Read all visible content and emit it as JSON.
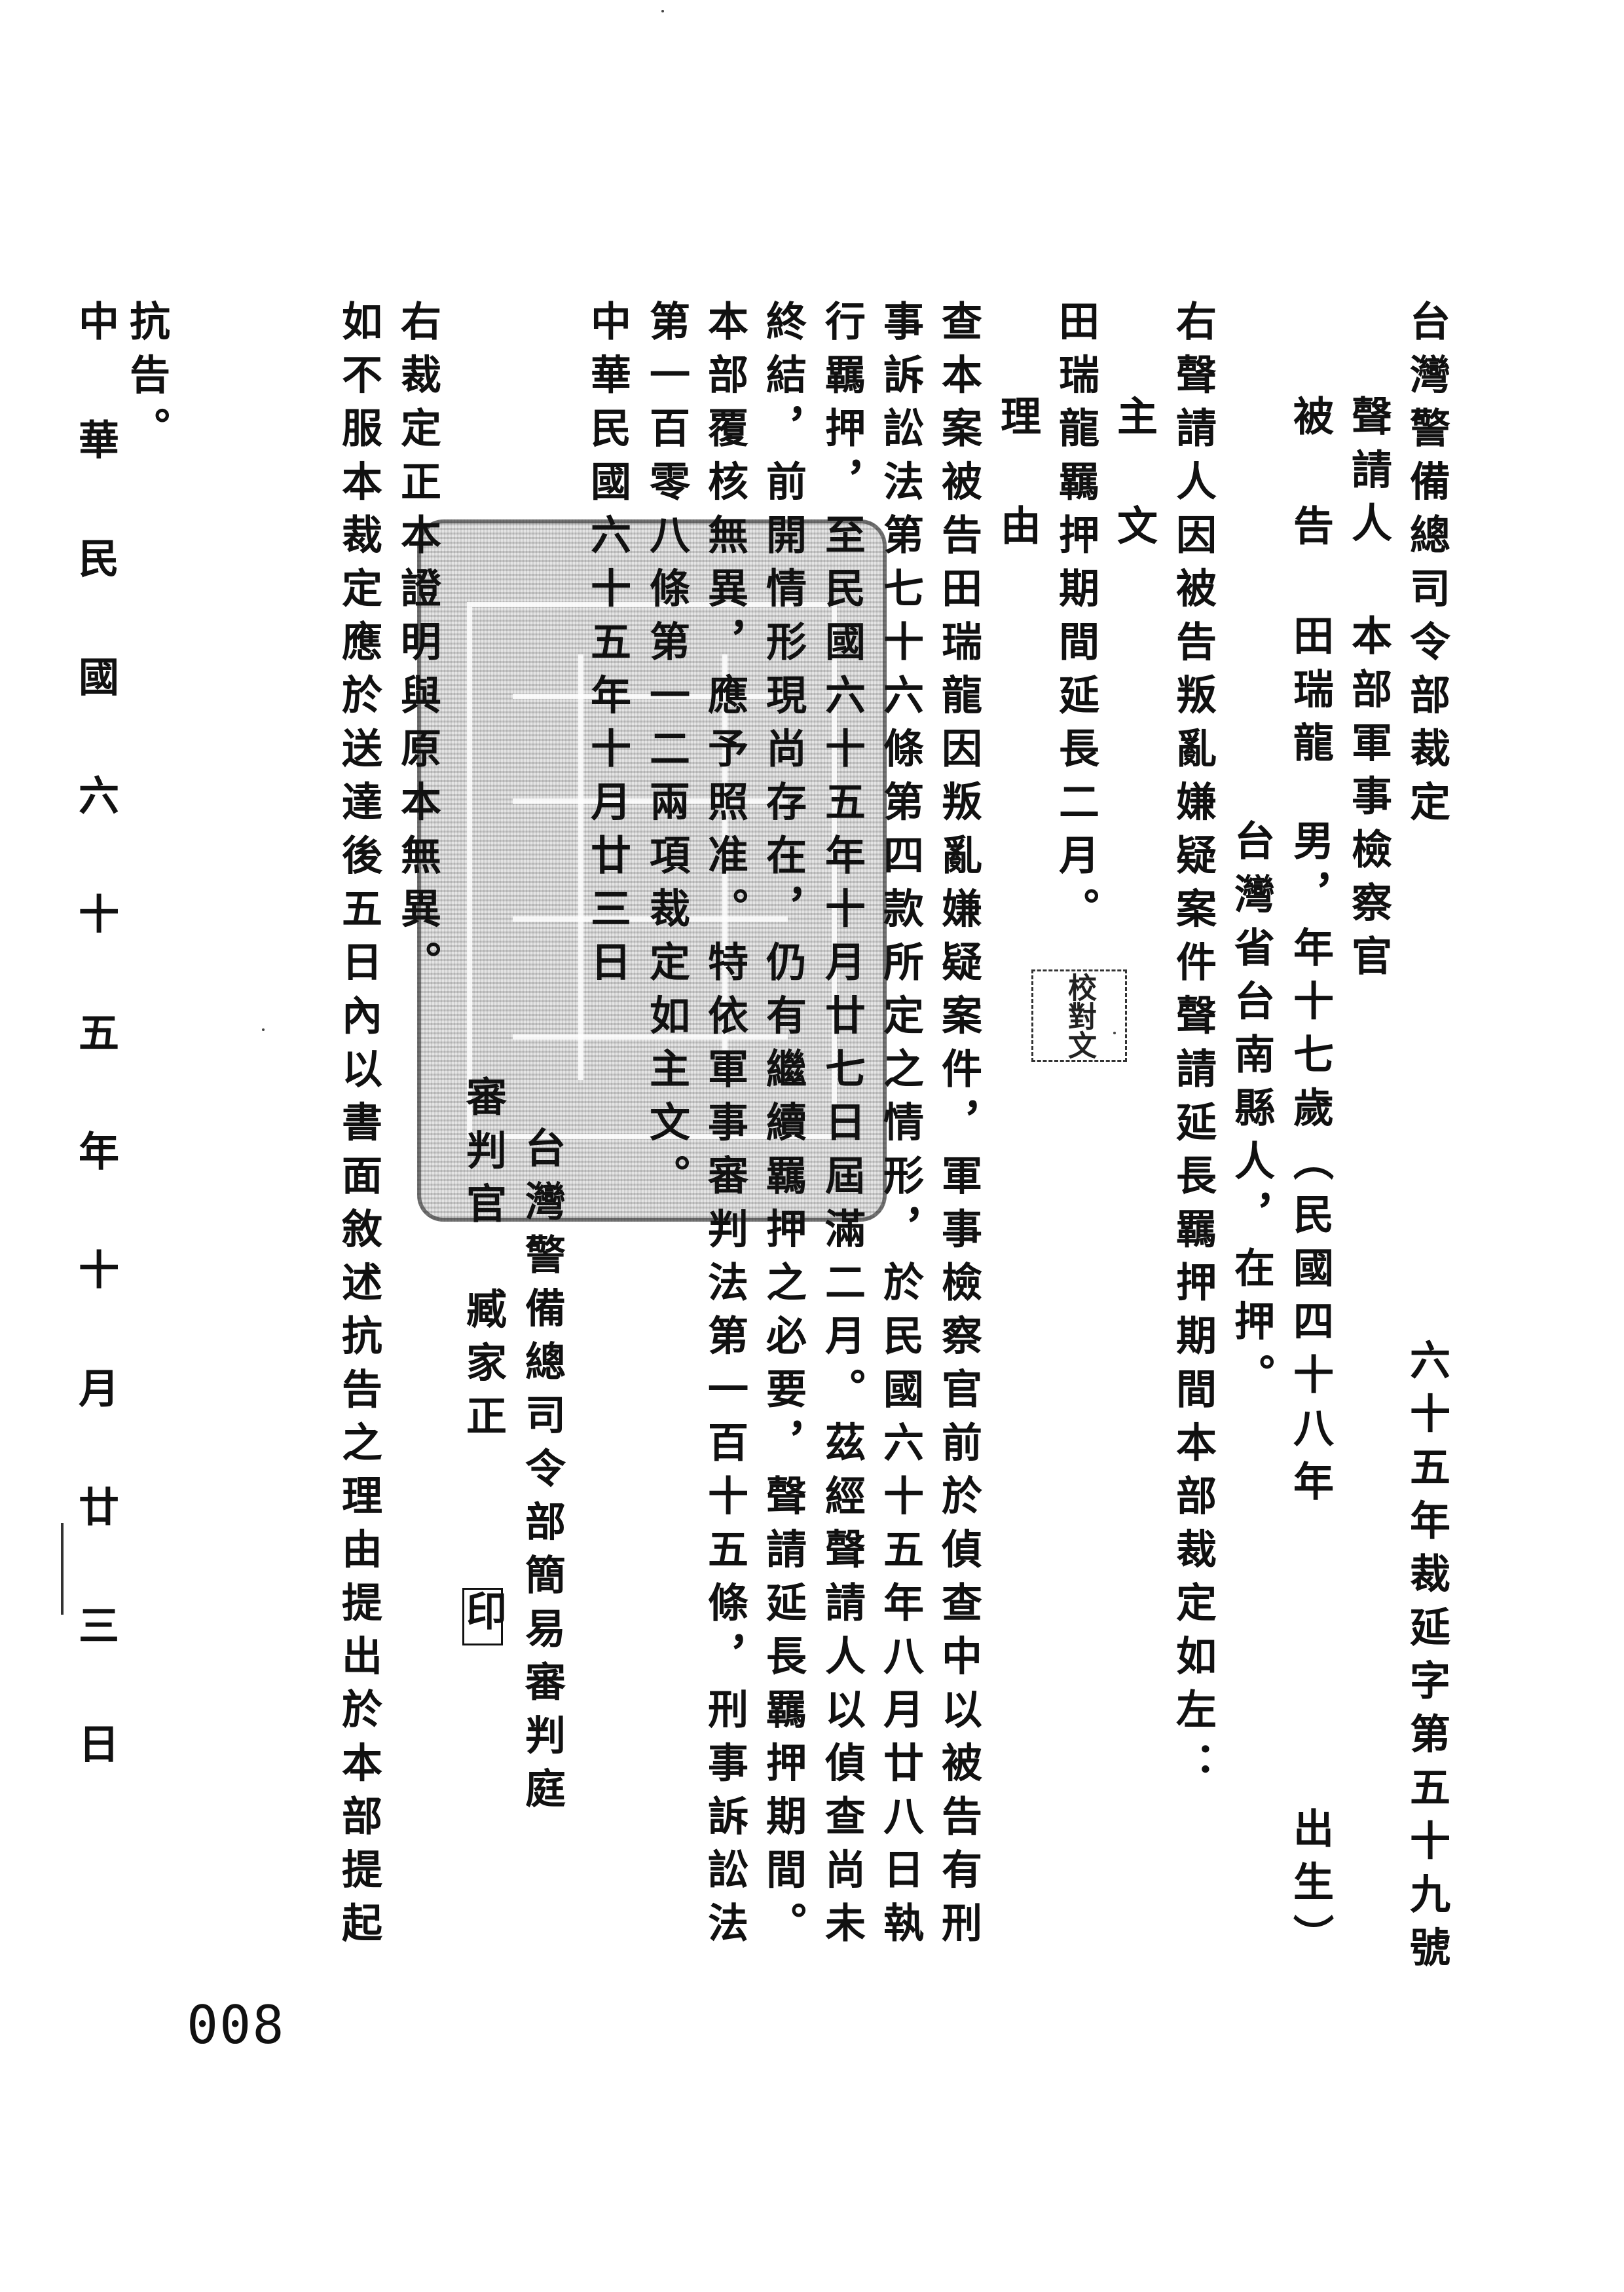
{
  "header": {
    "title": "台灣警備總司令部裁定",
    "case_number": "六十五年裁延字第五十九號"
  },
  "parties": {
    "applicant_label": "聲請人",
    "applicant": "本部軍事檢察官",
    "defendant_label_1": "被",
    "defendant_label_2": "告",
    "defendant_name": "田瑞龍",
    "defendant_info": "男，年十七歲（民國四十八年",
    "defendant_birth_suffix": "出生）",
    "defendant_origin": "台灣省台南縣人，在押。"
  },
  "intro": "右聲請人因被告叛亂嫌疑案件聲請延長羈押期間本部裁定如左：",
  "main_text": {
    "heading_1": "主",
    "heading_2": "文",
    "body": "田瑞龍羈押期間延長二月。"
  },
  "reasons": {
    "heading_1": "理",
    "heading_2": "由",
    "lines": [
      "查本案被告田瑞龍因叛亂嫌疑案件，軍事檢察官前於偵查中以被告有刑",
      "事訴訟法第七十六條第四款所定之情形，於民國六十五年八月廿八日執",
      "行羈押，至民國六十五年十月廿七日屆滿二月。茲經聲請人以偵查尚未",
      "終結，前開情形現尚存在，仍有繼續羈押之必要，聲請延長羈押期間。",
      "本部覆核無異，應予照准。特依軍事審判法第一百十五條，刑事訴訟法",
      "第一百零八條第一二兩項裁定如主文。"
    ]
  },
  "date_1": "中華民國六十五年十月廿三日",
  "court": "台灣警備總司令部簡易審判庭",
  "judge": {
    "title": "審判官",
    "name": "臧家正",
    "seal": "印"
  },
  "certification": "右裁定正本證明與原本無異。",
  "appeal_notice": "如不服本裁定應於送達後五日內以書面敘述抗告之理由提出於本部提起",
  "appeal_end": "抗告。",
  "date_2": "中華民國六十五年十月廿三日",
  "small_stamp_text": "校對文",
  "page_number": "008"
}
